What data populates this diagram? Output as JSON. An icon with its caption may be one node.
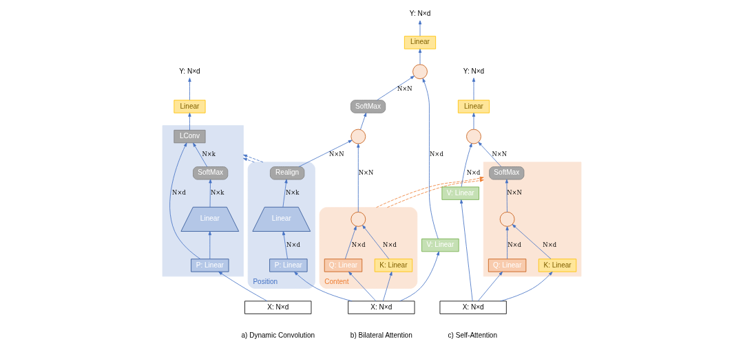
{
  "diagram": {
    "nodes": [
      {
        "text": [
          "Y: N×d"
        ]
      },
      {
        "text": [
          "Linear"
        ]
      },
      {
        "text": [],
        "shape": "box"
      },
      {
        "text": [
          "LConv"
        ],
        "in": 2
      },
      {
        "text": [
          "SoftMax"
        ],
        "in": 2
      },
      {
        "text": [
          "Linear"
        ],
        "in": 2
      },
      {
        "text": [
          "P: Linear"
        ],
        "in": 2
      },
      {
        "text": [
          "X: N×d"
        ]
      },
      {
        "text": [
          "Y: N×d"
        ]
      },
      {
        "text": [
          "Linear"
        ]
      },
      {
        "text": [],
        "shape": "circle"
      },
      {
        "text": [
          "Position"
        ]
      },
      {
        "text": [
          "Content"
        ]
      },
      {
        "text": [
          "SoftMax"
        ]
      },
      {
        "text": [],
        "shape": "circle"
      },
      {
        "text": [
          "Realign"
        ],
        "in": 11
      },
      {
        "text": [
          "Linear"
        ],
        "in": 11
      },
      {
        "text": [
          "P: Linear"
        ],
        "in": 11
      },
      {
        "text": [],
        "shape": "circle",
        "in": 12
      },
      {
        "text": [
          "Q: Linear"
        ],
        "in": 12
      },
      {
        "text": [
          "K: Linear"
        ],
        "in": 12
      },
      {
        "text": [
          "V: Linear"
        ]
      },
      {
        "text": [
          "X: N×d"
        ]
      },
      {
        "text": [
          "Y: N×d"
        ]
      },
      {
        "text": [
          "Linear"
        ]
      },
      {
        "text": [],
        "shape": "circle"
      },
      {
        "text": [],
        "shape": "box"
      },
      {
        "text": [
          "SoftMax"
        ],
        "in": 26
      },
      {
        "text": [],
        "shape": "circle",
        "in": 26
      },
      {
        "text": [
          "Q: Linear"
        ],
        "in": 26
      },
      {
        "text": [
          "K: Linear"
        ],
        "in": 26
      },
      {
        "text": [
          "V: Linear"
        ]
      },
      {
        "text": [
          "X: N×d"
        ]
      }
    ],
    "edges": [
      {
        "from": 7,
        "to": 6,
        "arrow": "to"
      },
      {
        "from": 6,
        "to": 5,
        "arrow": "to"
      },
      {
        "from": 5,
        "to": 4,
        "arrow": "to",
        "label": "N×k"
      },
      {
        "from": 4,
        "to": 3,
        "arrow": "to",
        "label": "N×k"
      },
      {
        "from": 6,
        "to": 3,
        "arrow": "to",
        "label": "N×d"
      },
      {
        "from": 3,
        "to": 1,
        "arrow": "to"
      },
      {
        "from": 1,
        "to": 0,
        "arrow": "to"
      },
      {
        "from": 22,
        "to": 17,
        "arrow": "to"
      },
      {
        "from": 22,
        "to": 19,
        "arrow": "to"
      },
      {
        "from": 22,
        "to": 20,
        "arrow": "to"
      },
      {
        "from": 22,
        "to": 21,
        "arrow": "to"
      },
      {
        "from": 17,
        "to": 16,
        "arrow": "to",
        "label": "N×d"
      },
      {
        "from": 16,
        "to": 15,
        "arrow": "to",
        "label": "N×k"
      },
      {
        "from": 15,
        "to": 14,
        "arrow": "to",
        "label": "N×N"
      },
      {
        "from": 19,
        "to": 18,
        "arrow": "to",
        "label": "N×d"
      },
      {
        "from": 20,
        "to": 18,
        "arrow": "to",
        "label": "N×d"
      },
      {
        "from": 18,
        "to": 14,
        "arrow": "to",
        "label": "N×N"
      },
      {
        "from": 14,
        "to": 13,
        "arrow": "to"
      },
      {
        "from": 13,
        "to": 10,
        "arrow": "to",
        "label": "N×N"
      },
      {
        "from": 21,
        "to": 10,
        "arrow": "to",
        "label": "N×d"
      },
      {
        "from": 10,
        "to": 9,
        "arrow": "to"
      },
      {
        "from": 9,
        "to": 8,
        "arrow": "to"
      },
      {
        "from": 32,
        "to": 29,
        "arrow": "to"
      },
      {
        "from": 32,
        "to": 30,
        "arrow": "to"
      },
      {
        "from": 32,
        "to": 31,
        "arrow": "to"
      },
      {
        "from": 29,
        "to": 28,
        "arrow": "to",
        "label": "N×d"
      },
      {
        "from": 30,
        "to": 28,
        "arrow": "to",
        "label": "N×d"
      },
      {
        "from": 28,
        "to": 27,
        "arrow": "to",
        "label": "N×N"
      },
      {
        "from": 27,
        "to": 25,
        "arrow": "to",
        "label": "N×N"
      },
      {
        "from": 31,
        "to": 25,
        "arrow": "to",
        "label": "N×d"
      },
      {
        "from": 25,
        "to": 24,
        "arrow": "to"
      },
      {
        "from": 24,
        "to": 23,
        "arrow": "to"
      },
      {
        "from": 11,
        "to": 2,
        "arrow": "to",
        "style": "dashed"
      },
      {
        "from": 11,
        "to": 2,
        "arrow": "to",
        "style": "dashed"
      },
      {
        "from": 12,
        "to": 26,
        "arrow": "to",
        "style": "dashed",
        "color": "#ed7d31"
      },
      {
        "from": 12,
        "to": 26,
        "arrow": "to",
        "style": "dashed",
        "color": "#ed7d31"
      }
    ],
    "labels": [
      "a) Dynamic Convolution",
      "b) Bilateral Attention",
      "c) Self-Attention"
    ]
  }
}
